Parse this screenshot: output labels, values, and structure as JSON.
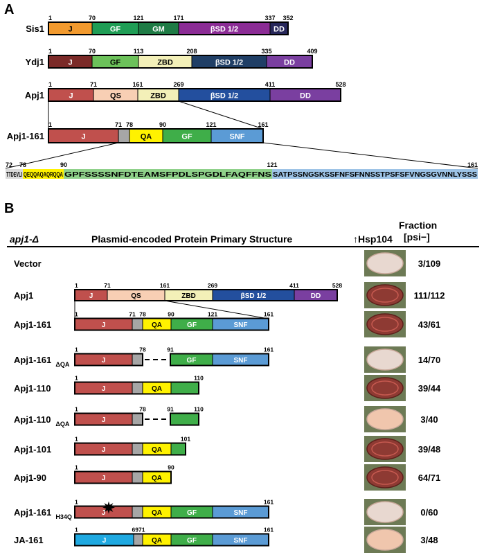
{
  "colors": {
    "J": "#c0504d",
    "J_sis1": "#f29a2e",
    "J_ydj1": "#7b2a28",
    "J_ja": "#1fa9e1",
    "GF": "#3fae49",
    "GF_light": "#6cc15a",
    "GM": "#1e7b45",
    "bSD_sis1": "#8b2c95",
    "DD_sis1": "#27275a",
    "bSD": "#234f9e",
    "bSD_ydj1": "#203f66",
    "DD": "#7a3fa0",
    "QS": "#f8cfb4",
    "ZBD": "#f3f0b8",
    "QA": "#fff200",
    "SNF": "#5b9bd5",
    "linker": "#a6a6a6",
    "star": "#000000"
  },
  "panel_a": {
    "label": "A",
    "proteins": [
      {
        "name": "Sis1",
        "segments": [
          {
            "label": "J",
            "start": 1,
            "end": 70,
            "color": "#f29a2e"
          },
          {
            "label": "GF",
            "start": 70,
            "end": 121,
            "color": "#1f9d55"
          },
          {
            "label": "GM",
            "start": 121,
            "end": 171,
            "color": "#1e7b45"
          },
          {
            "label": "βSD 1/2",
            "start": 171,
            "end": 337,
            "color": "#8b2c95"
          },
          {
            "label": "DD",
            "start": 337,
            "end": 352,
            "color": "#27275a"
          }
        ],
        "ticks": [
          "1",
          "70",
          "121",
          "171",
          "337",
          "352"
        ]
      },
      {
        "name": "Ydj1",
        "segments": [
          {
            "label": "J",
            "start": 1,
            "end": 70,
            "color": "#7b2a28"
          },
          {
            "label": "GF",
            "start": 70,
            "end": 113,
            "color": "#6cc15a"
          },
          {
            "label": "ZBD",
            "start": 113,
            "end": 208,
            "color": "#f3f0b8"
          },
          {
            "label": "βSD 1/2",
            "start": 208,
            "end": 335,
            "color": "#203f66"
          },
          {
            "label": "DD",
            "start": 335,
            "end": 409,
            "color": "#7a3fa0"
          }
        ],
        "ticks": [
          "1",
          "70",
          "113",
          "208",
          "335",
          "409"
        ]
      },
      {
        "name": "Apj1",
        "segments": [
          {
            "label": "J",
            "start": 1,
            "end": 71,
            "color": "#c0504d"
          },
          {
            "label": "QS",
            "start": 71,
            "end": 161,
            "color": "#f8cfb4"
          },
          {
            "label": "ZBD",
            "start": 161,
            "end": 269,
            "color": "#f3f0b8"
          },
          {
            "label": "βSD 1/2",
            "start": 269,
            "end": 411,
            "color": "#234f9e"
          },
          {
            "label": "DD",
            "start": 411,
            "end": 528,
            "color": "#7a3fa0"
          }
        ],
        "ticks": [
          "1",
          "71",
          "161",
          "269",
          "411",
          "528"
        ]
      },
      {
        "name": "Apj1-161",
        "segments": [
          {
            "label": "J",
            "start": 1,
            "end": 71,
            "color": "#c0504d"
          },
          {
            "label": "",
            "start": 71,
            "end": 78,
            "color": "#a6a6a6"
          },
          {
            "label": "QA",
            "start": 78,
            "end": 90,
            "color": "#fff200"
          },
          {
            "label": "GF",
            "start": 90,
            "end": 121,
            "color": "#3fae49"
          },
          {
            "label": "SNF",
            "start": 121,
            "end": 161,
            "color": "#5b9bd5"
          }
        ],
        "ticks": [
          "1",
          "71",
          "78",
          "90",
          "121",
          "161"
        ]
      }
    ],
    "sequence": {
      "ticks": [
        "72",
        "78",
        "90",
        "121",
        "161"
      ],
      "parts": [
        {
          "text": "TTDEVLI",
          "color": "#d9d9d9"
        },
        {
          "text": "QEQQAQAQRQQA",
          "color": "#fff200"
        },
        {
          "text": "GPFSSSSNFDTEAMSFPDLSPGDLFAQFFNS",
          "color": "#8fd18a"
        },
        {
          "text": "SATPSSNGSKSSFNFSFNNSSTPSFSFVNGSGVNNLYSSS",
          "color": "#9dc3e6"
        }
      ]
    }
  },
  "panel_b": {
    "label": "B",
    "header": {
      "strain": "apj1-Δ",
      "structure": "Plasmid-encoded Protein Primary Structure",
      "hsp": "↑Hsp104",
      "fraction_line1": "Fraction",
      "fraction_line2": "[psi−]"
    },
    "rows": [
      {
        "name": "Vector",
        "sub": "",
        "fraction": "3/109",
        "patch": "white"
      },
      {
        "name": "Apj1",
        "sub": "",
        "fraction": "111/112",
        "patch": "red"
      },
      {
        "name": "Apj1-161",
        "sub": "",
        "fraction": "43/61",
        "patch": "red"
      },
      {
        "name": "Apj1-161",
        "sub": "ΔQA",
        "fraction": "14/70",
        "patch": "white"
      },
      {
        "name": "Apj1-110",
        "sub": "",
        "fraction": "39/44",
        "patch": "red"
      },
      {
        "name": "Apj1-110",
        "sub": "ΔQA",
        "fraction": "3/40",
        "patch": "white"
      },
      {
        "name": "Apj1-101",
        "sub": "",
        "fraction": "39/48",
        "patch": "red"
      },
      {
        "name": "Apj1-90",
        "sub": "",
        "fraction": "64/71",
        "patch": "red"
      },
      {
        "name": "Apj1-161",
        "sub": "H34Q",
        "fraction": "0/60",
        "patch": "white"
      },
      {
        "name": "JA-161",
        "sub": "",
        "fraction": "3/48",
        "patch": "white"
      }
    ],
    "constructs": [
      {
        "row": 1,
        "segments": [
          {
            "label": "J",
            "start": 1,
            "end": 71,
            "color": "#c0504d"
          },
          {
            "label": "QS",
            "start": 71,
            "end": 161,
            "color": "#f8cfb4"
          },
          {
            "label": "ZBD",
            "start": 161,
            "end": 269,
            "color": "#f3f0b8"
          },
          {
            "label": "βSD 1/2",
            "start": 269,
            "end": 411,
            "color": "#234f9e"
          },
          {
            "label": "DD",
            "start": 411,
            "end": 528,
            "color": "#7a3fa0"
          }
        ],
        "ticks": [
          "1",
          "71",
          "161",
          "269",
          "411",
          "528"
        ]
      },
      {
        "row": 2,
        "segments": [
          {
            "label": "J",
            "start": 1,
            "end": 71,
            "color": "#c0504d"
          },
          {
            "label": "",
            "start": 71,
            "end": 78,
            "color": "#a6a6a6"
          },
          {
            "label": "QA",
            "start": 78,
            "end": 90,
            "color": "#fff200"
          },
          {
            "label": "GF",
            "start": 90,
            "end": 121,
            "color": "#3fae49"
          },
          {
            "label": "SNF",
            "start": 121,
            "end": 161,
            "color": "#5b9bd5"
          }
        ],
        "ticks": [
          "1",
          "71",
          "78",
          "90",
          "121",
          "161"
        ]
      },
      {
        "row": 3,
        "segments": [
          {
            "label": "J",
            "start": 1,
            "end": 71,
            "color": "#c0504d"
          },
          {
            "label": "",
            "start": 71,
            "end": 78,
            "color": "#a6a6a6"
          },
          {
            "label": "GF",
            "start": 91,
            "end": 121,
            "color": "#3fae49"
          },
          {
            "label": "SNF",
            "start": 121,
            "end": 161,
            "color": "#5b9bd5"
          }
        ],
        "ticks": [
          "1",
          "78",
          "91",
          "161"
        ]
      },
      {
        "row": 4,
        "segments": [
          {
            "label": "J",
            "start": 1,
            "end": 71,
            "color": "#c0504d"
          },
          {
            "label": "",
            "start": 71,
            "end": 78,
            "color": "#a6a6a6"
          },
          {
            "label": "QA",
            "start": 78,
            "end": 90,
            "color": "#fff200"
          },
          {
            "label": "",
            "start": 90,
            "end": 110,
            "color": "#3fae49"
          }
        ],
        "ticks": [
          "1",
          "110"
        ]
      },
      {
        "row": 5,
        "segments": [
          {
            "label": "J",
            "start": 1,
            "end": 71,
            "color": "#c0504d"
          },
          {
            "label": "",
            "start": 71,
            "end": 78,
            "color": "#a6a6a6"
          },
          {
            "label": "",
            "start": 91,
            "end": 110,
            "color": "#3fae49"
          }
        ],
        "ticks": [
          "1",
          "78",
          "91",
          "110"
        ]
      },
      {
        "row": 6,
        "segments": [
          {
            "label": "J",
            "start": 1,
            "end": 71,
            "color": "#c0504d"
          },
          {
            "label": "",
            "start": 71,
            "end": 78,
            "color": "#a6a6a6"
          },
          {
            "label": "QA",
            "start": 78,
            "end": 90,
            "color": "#fff200"
          },
          {
            "label": "",
            "start": 90,
            "end": 101,
            "color": "#3fae49"
          }
        ],
        "ticks": [
          "1",
          "101"
        ]
      },
      {
        "row": 7,
        "segments": [
          {
            "label": "J",
            "start": 1,
            "end": 71,
            "color": "#c0504d"
          },
          {
            "label": "",
            "start": 71,
            "end": 78,
            "color": "#a6a6a6"
          },
          {
            "label": "QA",
            "start": 78,
            "end": 90,
            "color": "#fff200"
          }
        ],
        "ticks": [
          "1",
          "90"
        ]
      },
      {
        "row": 8,
        "segments": [
          {
            "label": "J",
            "start": 1,
            "end": 71,
            "color": "#c0504d"
          },
          {
            "label": "",
            "start": 71,
            "end": 78,
            "color": "#a6a6a6"
          },
          {
            "label": "QA",
            "start": 78,
            "end": 90,
            "color": "#fff200"
          },
          {
            "label": "GF",
            "start": 90,
            "end": 121,
            "color": "#3fae49"
          },
          {
            "label": "SNF",
            "start": 121,
            "end": 161,
            "color": "#5b9bd5"
          }
        ],
        "ticks": [
          "1",
          "161"
        ],
        "star": true
      },
      {
        "row": 9,
        "segments": [
          {
            "label": "J",
            "start": 1,
            "end": 69,
            "color": "#1fa9e1"
          },
          {
            "label": "",
            "start": 69,
            "end": 78,
            "color": "#a6a6a6"
          },
          {
            "label": "QA",
            "start": 78,
            "end": 90,
            "color": "#fff200"
          },
          {
            "label": "GF",
            "start": 90,
            "end": 121,
            "color": "#3fae49"
          },
          {
            "label": "SNF",
            "start": 121,
            "end": 161,
            "color": "#5b9bd5"
          }
        ],
        "ticks": [
          "1",
          "6971",
          "161"
        ]
      }
    ]
  }
}
